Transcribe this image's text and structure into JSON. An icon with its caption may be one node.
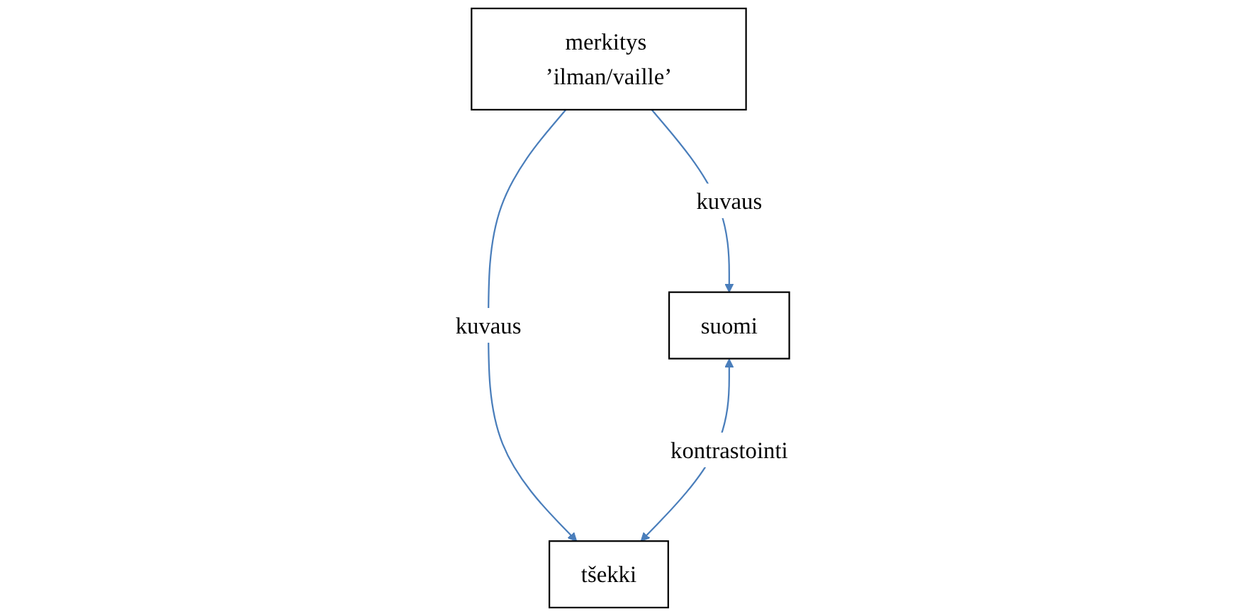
{
  "diagram": {
    "nodes": [
      {
        "text": [
          "merkitys ’ilman/vaille’"
        ]
      },
      {
        "text": [
          "suomi"
        ]
      },
      {
        "text": [
          "tšekki"
        ]
      }
    ],
    "edges": [
      {
        "from": 0,
        "to": 1,
        "arrow": "to",
        "label": "kuvaus"
      },
      {
        "from": 0,
        "to": 2,
        "arrow": "to",
        "label": "kuvaus"
      },
      {
        "from": 1,
        "to": 2,
        "arrow": "both",
        "label": "kontrastointi"
      }
    ]
  }
}
